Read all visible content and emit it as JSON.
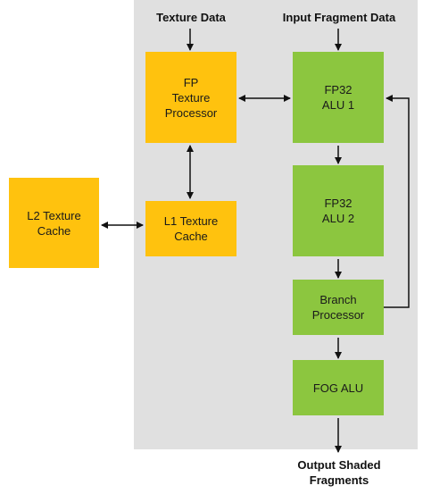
{
  "inputs": {
    "texture_data": "Texture Data",
    "input_fragment_data": "Input Fragment Data"
  },
  "boxes": {
    "fp_texture_processor": [
      "FP",
      "Texture",
      "Processor"
    ],
    "fp32_alu_1": [
      "FP32",
      "ALU 1"
    ],
    "fp32_alu_2": [
      "FP32",
      "ALU 2"
    ],
    "branch_processor": [
      "Branch",
      "Processor"
    ],
    "fog_alu": [
      "FOG ALU"
    ],
    "l1_texture_cache": [
      "L1 Texture",
      "Cache"
    ],
    "l2_texture_cache": [
      "L2 Texture",
      "Cache"
    ]
  },
  "output": {
    "line1": "Output Shaded",
    "line2": "Fragments"
  },
  "colors": {
    "texture_unit": "#ffc20e",
    "alu_unit": "#8cc63f",
    "panel": "#e0e0e0",
    "arrow": "#111111"
  }
}
